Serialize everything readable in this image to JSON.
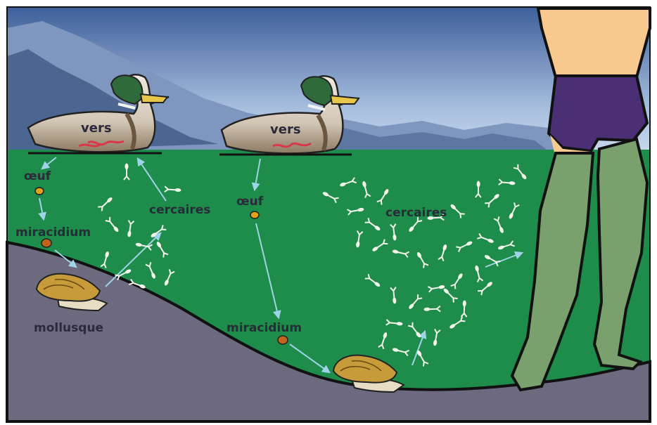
{
  "colors": {
    "sky_top": "#3d5f9a",
    "sky_bottom": "#c8d8ec",
    "mountain_far": "#7f97bf",
    "mountain_near": "#4b6791",
    "water": "#1e8c4a",
    "bottom": "#6d6a80",
    "skin": "#f7c98f",
    "swimsuit": "#4a2f74",
    "leg_submerged": "#7aa06e",
    "arrow": "#9fd3e6",
    "cercaria": "#f2f4ea",
    "egg": "#e0a21a",
    "miracidium": "#c2651b",
    "snail_shell": "#c79a3a",
    "snail_body": "#e7dcc4",
    "worm": "#d9384b",
    "outline": "#111111"
  },
  "labels": {
    "duck1_vers": "vers",
    "duck2_vers": "vers",
    "egg_left": "œuf",
    "egg_mid": "œuf",
    "miracidium_left": "miracidium",
    "miracidium_mid": "miracidium",
    "mollusque": "mollusque",
    "cercaires_left": "cercaires",
    "cercaires_right": "cercaires"
  }
}
